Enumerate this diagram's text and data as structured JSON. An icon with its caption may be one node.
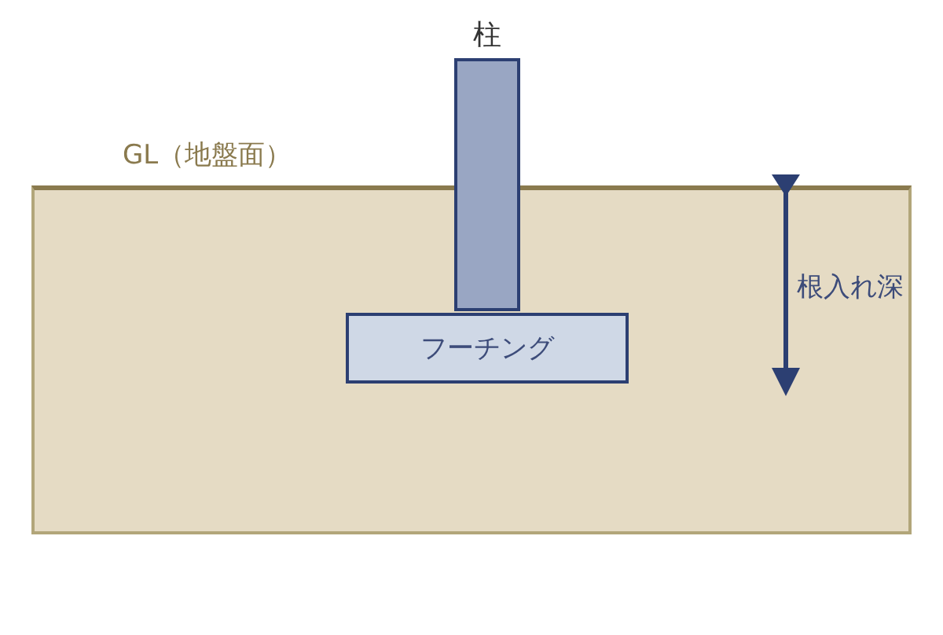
{
  "diagram": {
    "nodes": [
      {
        "text": [
          "柱"
        ]
      },
      {
        "text": [
          "GL（地盤面）"
        ]
      },
      {
        "text": [
          "フーチング"
        ],
        "in": 1
      }
    ],
    "labels": [
      "根入れ深"
    ]
  }
}
